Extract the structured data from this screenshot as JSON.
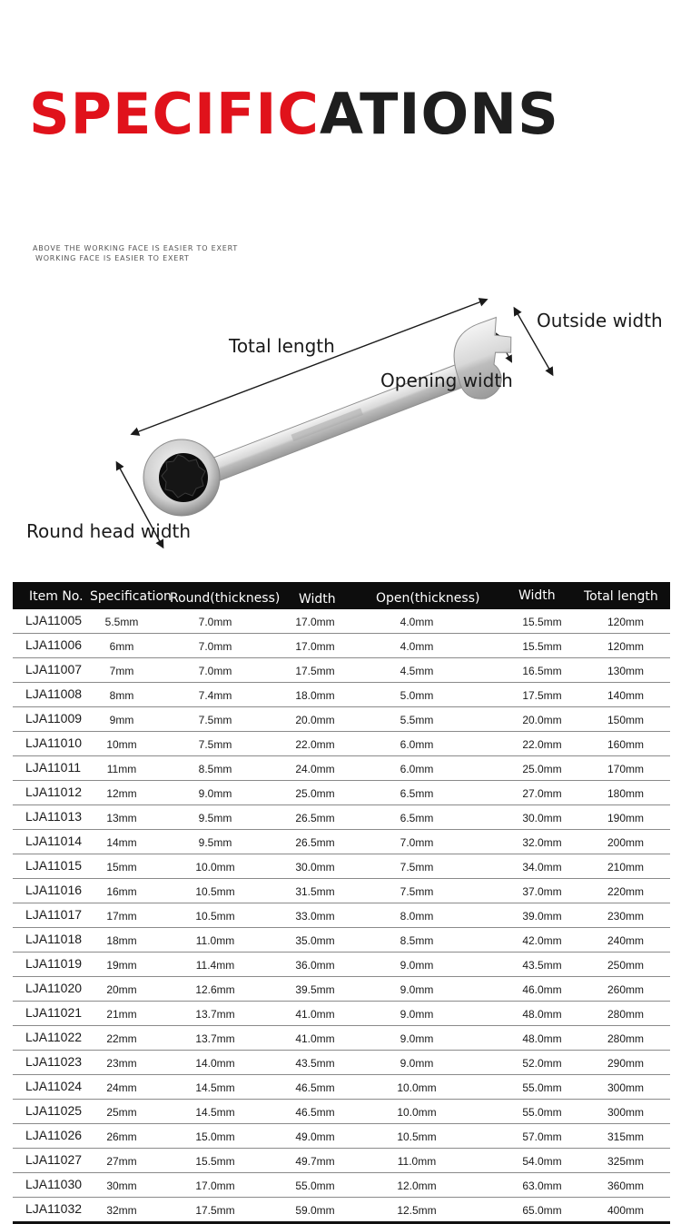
{
  "title": {
    "red_part": "SPECIFIC",
    "dark_part": "ATIONS"
  },
  "note": {
    "line1": "ABOVE THE WORKING FACE IS EASIER TO EXERT",
    "line2": "WORKING FACE IS EASIER TO EXERT"
  },
  "diagram": {
    "total_length": "Total length",
    "outside_width": "Outside width",
    "opening_width": "Opening width",
    "round_head_width": "Round head width"
  },
  "table": {
    "headers": [
      "Item No.",
      "Specification",
      "Round(thickness)",
      "Width",
      "Open(thickness)",
      "Width",
      "Total length"
    ],
    "rows": [
      [
        "LJA11005",
        "5.5mm",
        "7.0mm",
        "17.0mm",
        "4.0mm",
        "15.5mm",
        "120mm"
      ],
      [
        "LJA11006",
        "6mm",
        "7.0mm",
        "17.0mm",
        "4.0mm",
        "15.5mm",
        "120mm"
      ],
      [
        "LJA11007",
        "7mm",
        "7.0mm",
        "17.5mm",
        "4.5mm",
        "16.5mm",
        "130mm"
      ],
      [
        "LJA11008",
        "8mm",
        "7.4mm",
        "18.0mm",
        "5.0mm",
        "17.5mm",
        "140mm"
      ],
      [
        "LJA11009",
        "9mm",
        "7.5mm",
        "20.0mm",
        "5.5mm",
        "20.0mm",
        "150mm"
      ],
      [
        "LJA11010",
        "10mm",
        "7.5mm",
        "22.0mm",
        "6.0mm",
        "22.0mm",
        "160mm"
      ],
      [
        "LJA11011",
        "11mm",
        "8.5mm",
        "24.0mm",
        "6.0mm",
        "25.0mm",
        "170mm"
      ],
      [
        "LJA11012",
        "12mm",
        "9.0mm",
        "25.0mm",
        "6.5mm",
        "27.0mm",
        "180mm"
      ],
      [
        "LJA11013",
        "13mm",
        "9.5mm",
        "26.5mm",
        "6.5mm",
        "30.0mm",
        "190mm"
      ],
      [
        "LJA11014",
        "14mm",
        "9.5mm",
        "26.5mm",
        "7.0mm",
        "32.0mm",
        "200mm"
      ],
      [
        "LJA11015",
        "15mm",
        "10.0mm",
        "30.0mm",
        "7.5mm",
        "34.0mm",
        "210mm"
      ],
      [
        "LJA11016",
        "16mm",
        "10.5mm",
        "31.5mm",
        "7.5mm",
        "37.0mm",
        "220mm"
      ],
      [
        "LJA11017",
        "17mm",
        "10.5mm",
        "33.0mm",
        "8.0mm",
        "39.0mm",
        "230mm"
      ],
      [
        "LJA11018",
        "18mm",
        "11.0mm",
        "35.0mm",
        "8.5mm",
        "42.0mm",
        "240mm"
      ],
      [
        "LJA11019",
        "19mm",
        "11.4mm",
        "36.0mm",
        "9.0mm",
        "43.5mm",
        "250mm"
      ],
      [
        "LJA11020",
        "20mm",
        "12.6mm",
        "39.5mm",
        "9.0mm",
        "46.0mm",
        "260mm"
      ],
      [
        "LJA11021",
        "21mm",
        "13.7mm",
        "41.0mm",
        "9.0mm",
        "48.0mm",
        "280mm"
      ],
      [
        "LJA11022",
        "22mm",
        "13.7mm",
        "41.0mm",
        "9.0mm",
        "48.0mm",
        "280mm"
      ],
      [
        "LJA11023",
        "23mm",
        "14.0mm",
        "43.5mm",
        "9.0mm",
        "52.0mm",
        "290mm"
      ],
      [
        "LJA11024",
        "24mm",
        "14.5mm",
        "46.5mm",
        "10.0mm",
        "55.0mm",
        "300mm"
      ],
      [
        "LJA11025",
        "25mm",
        "14.5mm",
        "46.5mm",
        "10.0mm",
        "55.0mm",
        "300mm"
      ],
      [
        "LJA11026",
        "26mm",
        "15.0mm",
        "49.0mm",
        "10.5mm",
        "57.0mm",
        "315mm"
      ],
      [
        "LJA11027",
        "27mm",
        "15.5mm",
        "49.7mm",
        "11.0mm",
        "54.0mm",
        "325mm"
      ],
      [
        "LJA11030",
        "30mm",
        "17.0mm",
        "55.0mm",
        "12.0mm",
        "63.0mm",
        "360mm"
      ],
      [
        "LJA11032",
        "32mm",
        "17.5mm",
        "59.0mm",
        "12.5mm",
        "65.0mm",
        "400mm"
      ]
    ]
  },
  "colors": {
    "accent_red": "#e0121b",
    "header_bg": "#0d0d0d",
    "text_dark": "#1e1e1e"
  }
}
